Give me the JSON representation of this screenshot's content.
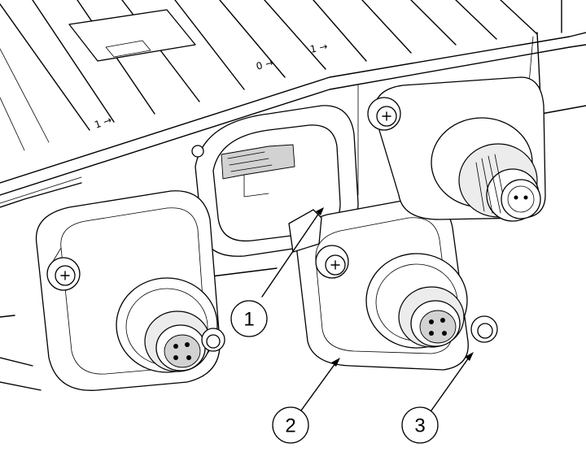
{
  "callouts": [
    {
      "label": "1"
    },
    {
      "label": "2"
    },
    {
      "label": "3"
    }
  ],
  "housing_markings": [
    {
      "text": "1 →"
    },
    {
      "text": "0 →"
    },
    {
      "text": "1 →"
    }
  ],
  "colors": {
    "line": "#000000",
    "background": "#ffffff",
    "shade": "#d2d2d2"
  }
}
